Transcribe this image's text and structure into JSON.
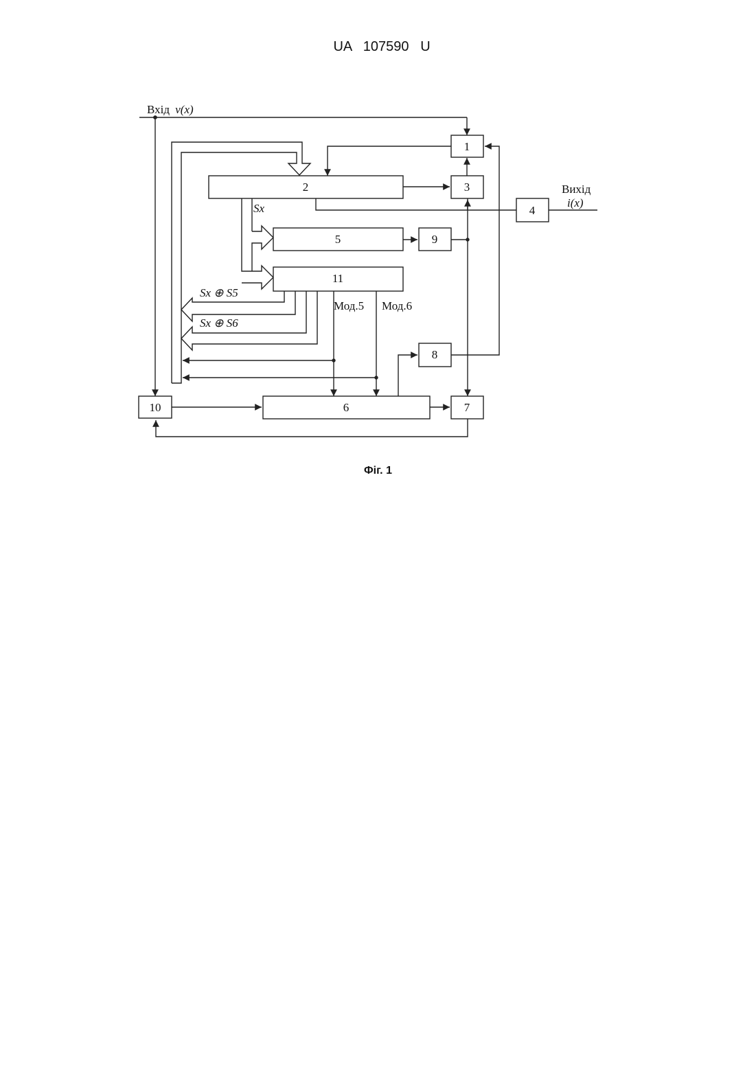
{
  "header": {
    "country": "UA",
    "number": "107590",
    "kind": "U"
  },
  "caption": "Фіг. 1",
  "diagram": {
    "input_label_word": "Вхід",
    "input_label_var": "v(x)",
    "output_label_word": "Вихід",
    "output_label_var": "i(x)",
    "blocks": {
      "b1": "1",
      "b2": "2",
      "b3": "3",
      "b4": "4",
      "b5": "5",
      "b6": "6",
      "b7": "7",
      "b8": "8",
      "b9": "9",
      "b10": "10",
      "b11": "11"
    },
    "sx_label": "Sx",
    "sx_s5_label": "Sx ⊕ S5",
    "sx_s6_label": "Sx ⊕ S6",
    "mod5_label": "Мод.5",
    "mod6_label": "Мод.6"
  },
  "colors": {
    "line": "#222222",
    "background": "#ffffff"
  }
}
